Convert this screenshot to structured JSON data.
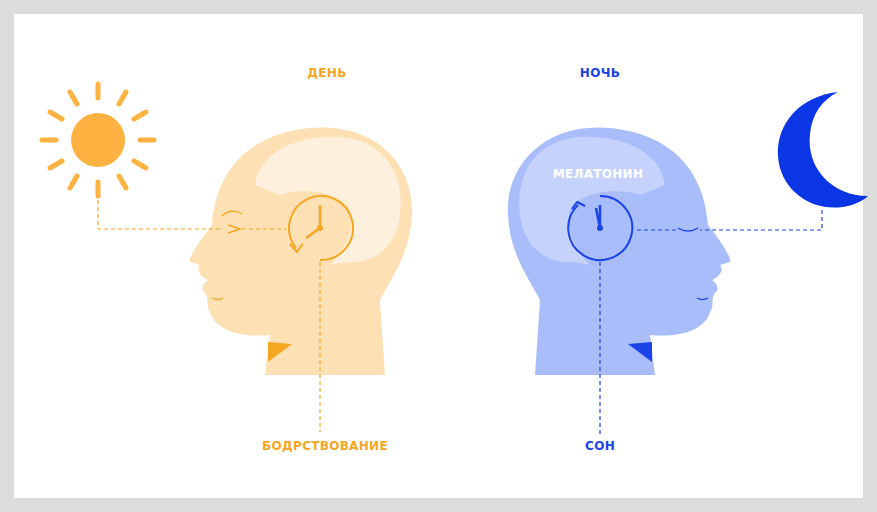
{
  "diagram": {
    "labels": [
      "ДЕНЬ",
      "НОЧЬ",
      "МЕЛАТОНИН",
      "БОДРСТВОВАНИЕ",
      "СОН"
    ]
  }
}
